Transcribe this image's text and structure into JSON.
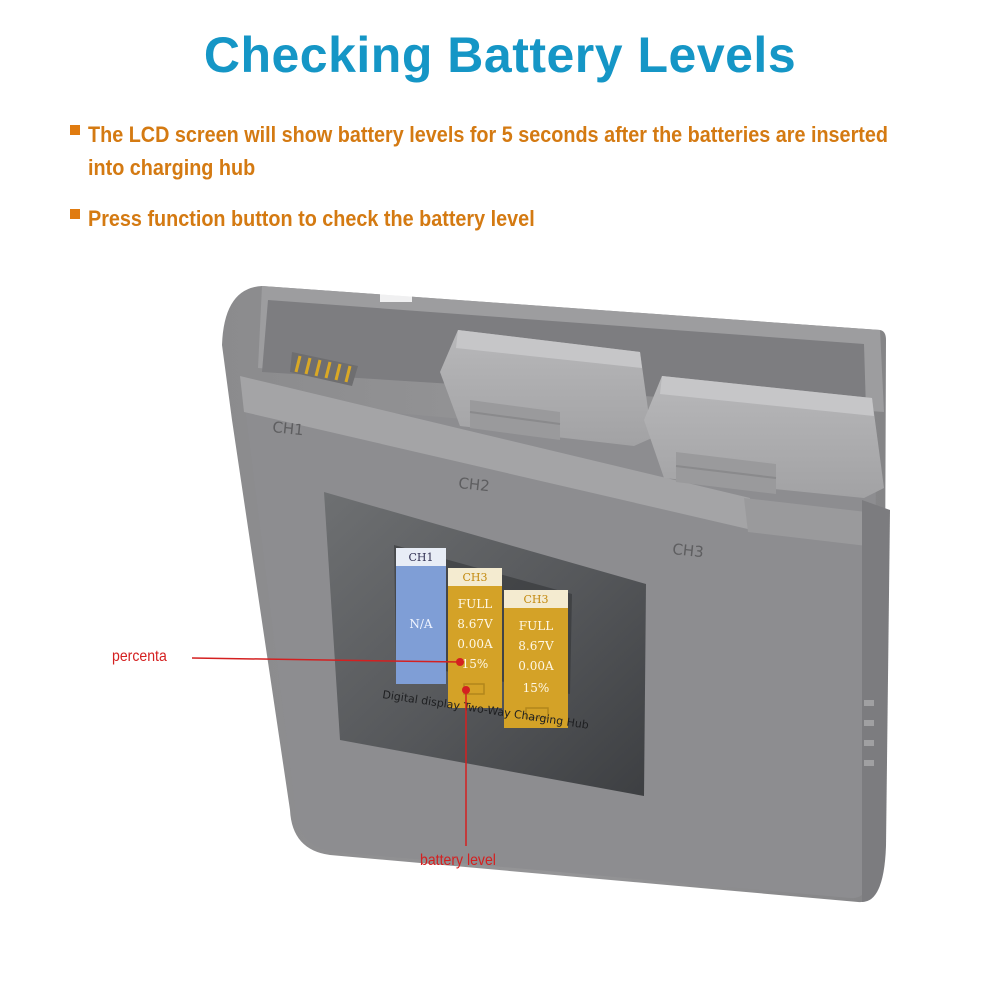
{
  "heading": "Checking Battery Levels",
  "bullets": [
    "The LCD screen will show battery levels for 5 seconds after the batteries are inserted into charging hub",
    "Press function button to check the battery level"
  ],
  "hub": {
    "slot_labels": [
      "CH1",
      "CH2",
      "CH3"
    ],
    "screen_caption": "Digital display Two-Way Charging Hub"
  },
  "lcd": {
    "columns": [
      {
        "header": "CH1",
        "lines": [
          "N/A"
        ]
      },
      {
        "header": "CH3",
        "lines": [
          "FULL",
          "8.67V",
          "0.00A",
          "15%"
        ]
      },
      {
        "header": "CH3",
        "lines": [
          "FULL",
          "8.67V",
          "0.00A",
          "15%"
        ]
      }
    ]
  },
  "callouts": {
    "percent_label": "percenta",
    "battery_label": "battery level"
  },
  "colors": {
    "heading": "#1596c6",
    "bullet_text": "#d47a12",
    "callout": "#d42020",
    "lcd_blue": "#7f9ed6",
    "lcd_gold": "#d4a227"
  }
}
